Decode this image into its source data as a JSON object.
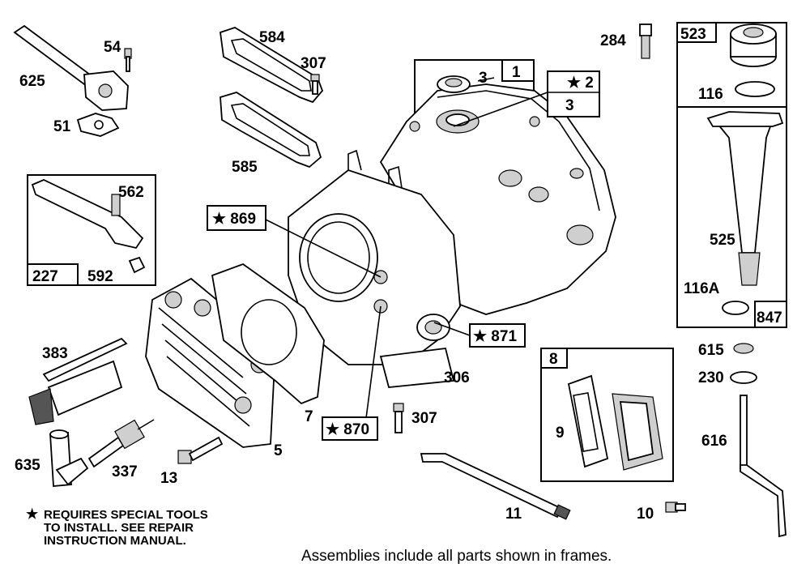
{
  "labels": {
    "p625": "625",
    "p54": "54",
    "p51": "51",
    "p584": "584",
    "p307a": "307",
    "p585": "585",
    "p3a": "3",
    "p1": "1",
    "p2": "★ 2",
    "p3b": "3",
    "p284": "284",
    "p523": "523",
    "p116": "116",
    "p525": "525",
    "p116A": "116A",
    "p847": "847",
    "p562": "562",
    "p227": "227",
    "p592": "592",
    "p869": "★ 869",
    "p871": "★ 871",
    "p870": "★ 870",
    "p383": "383",
    "p306": "306",
    "p307b": "307",
    "p7": "7",
    "p5": "5",
    "p635": "635",
    "p337": "337",
    "p13": "13",
    "p8": "8",
    "p9": "9",
    "p615": "615",
    "p230": "230",
    "p616": "616",
    "p11": "11",
    "p10": "10"
  },
  "note": {
    "star": "★",
    "line1": "REQUIRES SPECIAL TOOLS",
    "line2": "TO INSTALL.  SEE REPAIR",
    "line3": "INSTRUCTION MANUAL."
  },
  "footer": "Assemblies include all parts shown in frames."
}
